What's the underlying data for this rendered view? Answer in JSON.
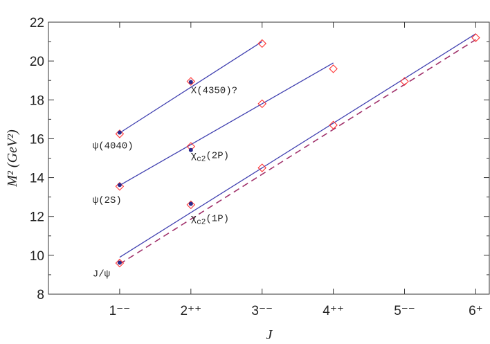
{
  "chart_data": {
    "type": "scatter",
    "xlabel": "J",
    "ylabel": "M² (GeV²)",
    "x_categories": [
      "1⁻⁻",
      "2⁺⁺",
      "3⁻⁻",
      "4⁺⁺",
      "5⁻⁻",
      "6⁺"
    ],
    "xlim": [
      0,
      6.2
    ],
    "ylim": [
      8,
      22
    ],
    "yticks": [
      8,
      10,
      12,
      14,
      16,
      18,
      20,
      22
    ],
    "grid": false,
    "colors": {
      "line": "#4040b0",
      "dashed": "#a0306a",
      "diamond": "#ff3333",
      "dot": "#2a2a8c"
    },
    "series": [
      {
        "kind": "lines",
        "style": "solid",
        "segments": [
          {
            "x": [
              1,
              3
            ],
            "y": [
              16.3,
              21.0
            ]
          },
          {
            "x": [
              1,
              4
            ],
            "y": [
              13.6,
              19.9
            ]
          },
          {
            "x": [
              1,
              6
            ],
            "y": [
              9.9,
              21.4
            ]
          }
        ]
      },
      {
        "kind": "line",
        "style": "dashed",
        "x": [
          1,
          6
        ],
        "y": [
          9.55,
          21.1
        ]
      },
      {
        "kind": "diamonds",
        "x": [
          1,
          2,
          3,
          1,
          2,
          3,
          4,
          1,
          2,
          3,
          4,
          5,
          6
        ],
        "y": [
          16.25,
          18.95,
          20.9,
          13.55,
          15.6,
          17.8,
          19.6,
          9.6,
          12.6,
          14.5,
          16.7,
          18.95,
          21.2
        ]
      },
      {
        "kind": "dots",
        "x": [
          1,
          2,
          1,
          2,
          1,
          2
        ],
        "y": [
          16.32,
          18.92,
          13.62,
          15.42,
          9.62,
          12.65
        ]
      }
    ],
    "annotations": [
      {
        "text": "X(4350)?",
        "x": 2.0,
        "y": 18.35
      },
      {
        "text": "ψ(4040)",
        "x": 0.62,
        "y": 15.5
      },
      {
        "text": "χc2(2P)",
        "x": 2.0,
        "y": 15.0
      },
      {
        "text": "ψ(2S)",
        "x": 0.62,
        "y": 12.7
      },
      {
        "text": "χc2(1P)",
        "x": 2.0,
        "y": 11.75
      },
      {
        "text": "J/ψ",
        "x": 0.62,
        "y": 8.9
      }
    ]
  }
}
